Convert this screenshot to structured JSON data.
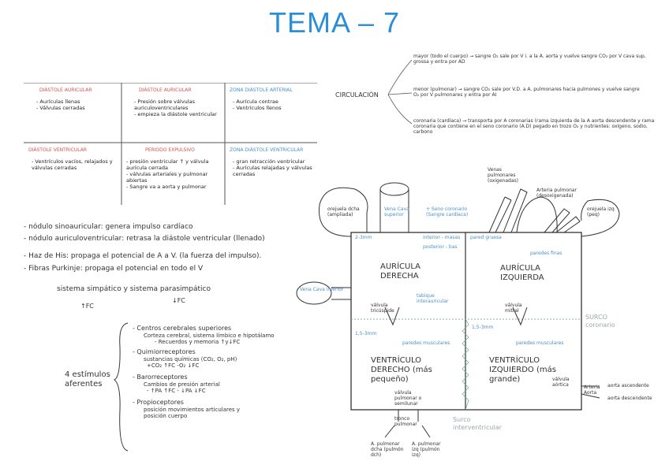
{
  "title": "TEMA – 7",
  "grid": {
    "cells": [
      {
        "header": "DIÁSTOLE AURICULAR",
        "lines": [
          "- Aurículas llenas",
          "- Válvulas cerradas"
        ]
      },
      {
        "header": "DIÁSTOLE AURICULAR",
        "lines": [
          "- Presión sobre válvulas auriculoventriculares",
          "- empieza la diástole ventricular"
        ]
      },
      {
        "header": "ZONA DIÁSTOLE ARTERIAL",
        "lines": [
          "- Aurícula contrae",
          "- Ventrículos llenos"
        ]
      },
      {
        "header": "DIÁSTOLE VENTRICULAR",
        "lines": [
          "- Ventrículos vacíos, relajados y válvulas cerradas"
        ]
      },
      {
        "header": "PERIODO EXPULSIVO",
        "lines": [
          "- presión ventricular ↑ y válvula aurícula cerrada",
          "- válvulas arteriales y pulmonar abiertas",
          "- Sangre va a aorta y pulmonar"
        ]
      },
      {
        "header": "ZONA DIÁSTOLE VENTRICULAR",
        "lines": [
          "- gran retracción ventricular",
          "- Aurículas relajadas y válvulas cerradas"
        ]
      }
    ]
  },
  "circulation": {
    "label": "CIRCULACIÓN",
    "mayor": "mayor (todo el cuerpo) → sangre O₂ sale por V i. a la A. aorta y vuelve sangre CO₂ por V cava sup, grossa y entra por AD",
    "menor": "menor (pulmonar) → sangre CO₂ sale por V.D. a A. pulmonares hacia pulmones y vuelve sangre O₂ por V pulmonares y entra por AI",
    "coronaria": "coronaria (cardíaca) → transporta por A coronarias (rama izquierda de la A aorta descendente y rama coronaria que contiene en el seno coronario (A.D) pegado en trozo O₂ y nutrientes: oxígeno, sodio, carbono"
  },
  "notes": [
    "- nódulo sinoauricular: genera impulso cardíaco",
    "- nódulo auriculoventricular: retrasa la diástole ventricular (llenado)",
    "- Haz de His: propaga el potencial de A a V. (la fuerza del impulso).",
    "- Fibras Purkinje: propaga el potencial en todo el V"
  ],
  "symp": {
    "label": "sistema simpático y sistema parasimpático",
    "up": "↑FC",
    "down": "↓FC"
  },
  "stimuli": {
    "label": "4 estímulos aferentes",
    "items": [
      {
        "title": "- Centros cerebrales superiores",
        "lines": [
          "Corteza cerebral, sistema límbico e hipotálamo",
          "- Recuerdos y memoria ↑y↓FC"
        ]
      },
      {
        "title": "- Quimiorreceptores",
        "lines": [
          "sustancias químicas (CO₂, O₂, pH)",
          "+CO₂ ↑FC   -O₂ ↓FC"
        ]
      },
      {
        "title": "- Barorreceptores",
        "lines": [
          "Cambios de presión arterial",
          "- ↑PA ↑FC   - ↓PA ↓FC"
        ]
      },
      {
        "title": "- Propioceptores",
        "lines": [
          "posición movimientos articulares y posición cuerpo"
        ]
      }
    ]
  },
  "heart": {
    "ra": "AURÍCULA DERECHA",
    "la": "AURÍCULA IZQUIERDA",
    "rv": "VENTRÍCULO DERECHO (más pequeño)",
    "lv": "VENTRÍCULO IZQUIERDO (más grande)",
    "vena_sup": "Vena Cava superior",
    "vena_inf": "Vena Cava inferior",
    "seno": "+ Seno coronario (Sangre cardíaca)",
    "orejuela_d": "orejuela dcha (ampliada)",
    "orejuela_i": "orejuela izq (peq)",
    "venas_pulm": "Venas pulmonares (oxigenadas)",
    "arteria_pulm": "Arteria pulmonar (desoxigenada)",
    "surco_cor": "SURCO coronario",
    "surco_inter": "Surco interventricular",
    "valv_tric": "válvula tricúspide",
    "valv_mitral": "válvula mitral",
    "valv_pulm": "válvula pulmonar o semilunar",
    "valv_aort": "válvula aórtica",
    "tronco_pulm": "tronco pulmonar",
    "a_pulm_d": "A. pulmonar dcha (pulmón dch)",
    "a_pulm_i": "A. pulmonar izq (pulmón izq)",
    "aorta_asc": "aorta ascendente",
    "aorta_desc": "aorta descendente",
    "arteria_aorta": "Arteria Aorta",
    "paredes_finas": "paredes finas",
    "pared_gruesa": "pared gruesa",
    "paredes_musc": "paredes musculares",
    "tabique": "tabique interauricular",
    "interior_mas": "interior - masas",
    "anterior_bas": "posterior - bas",
    "mm2": "2-3mm",
    "mm15": "1,5-3mm"
  }
}
